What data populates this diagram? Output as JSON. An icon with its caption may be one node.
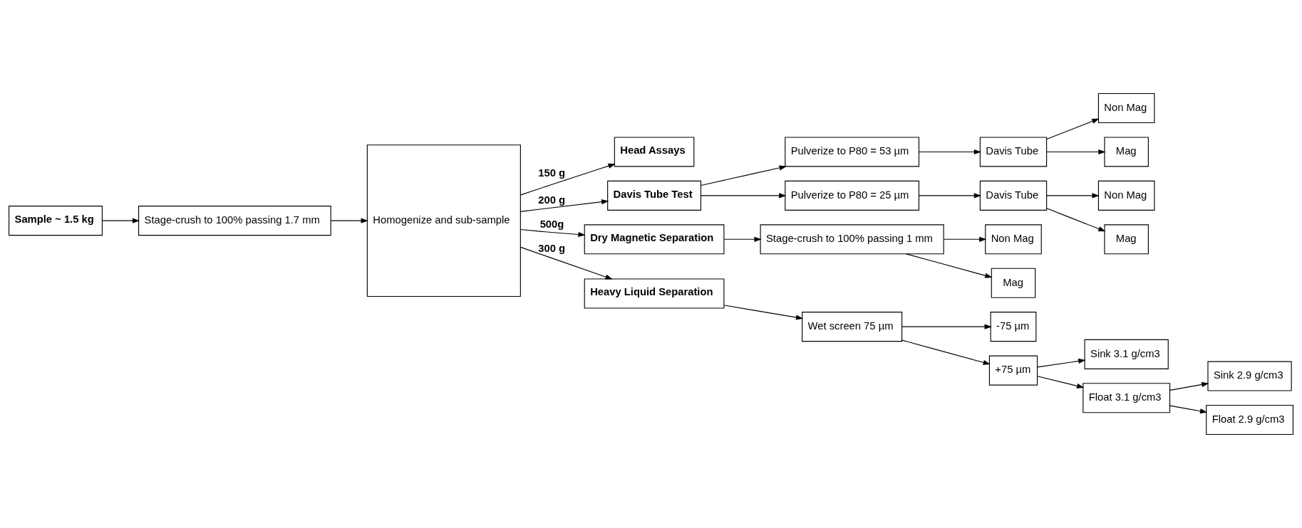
{
  "diagram": {
    "nodes": [
      {
        "text": [
          "Sample ~ 1.5 kg"
        ]
      },
      {
        "text": [
          "Stage-crush to 100% passing 1.7 mm"
        ]
      },
      {
        "text": [
          "Homogenize and sub-sample"
        ]
      },
      {
        "text": [
          "Head Assays"
        ]
      },
      {
        "text": [
          "Davis Tube Test"
        ]
      },
      {
        "text": [
          "Dry Magnetic Separation"
        ]
      },
      {
        "text": [
          "Heavy Liquid Separation"
        ]
      },
      {
        "text": [
          "Wet screen 75 µm"
        ]
      },
      {
        "text": [
          "-75 µm"
        ]
      },
      {
        "text": [
          "+75 µm"
        ]
      },
      {
        "text": [
          "Sink 3.1 g/cm3"
        ]
      },
      {
        "text": [
          "Float 3.1 g/cm3"
        ]
      },
      {
        "text": [
          "Sink 2.9 g/cm3"
        ]
      },
      {
        "text": [
          "Float 2.9 g/cm3"
        ]
      },
      {
        "text": [
          "Pulverize to P80 = 53 µm"
        ]
      },
      {
        "text": [
          "Pulverize to P80 = 25 µm"
        ]
      },
      {
        "text": [
          "Davis Tube"
        ]
      },
      {
        "text": [
          "Davis Tube"
        ]
      },
      {
        "text": [
          "Non Mag"
        ]
      },
      {
        "text": [
          "Mag"
        ]
      },
      {
        "text": [
          "Non Mag"
        ]
      },
      {
        "text": [
          "Mag"
        ]
      },
      {
        "text": [
          "Stage-crush to 100% passing 1 mm"
        ]
      },
      {
        "text": [
          "Non Mag"
        ]
      },
      {
        "text": [
          "Mag"
        ]
      }
    ],
    "edges": [
      {
        "from": 0,
        "to": 1,
        "arrow": "to"
      },
      {
        "from": 1,
        "to": 2,
        "arrow": "to"
      },
      {
        "from": 2,
        "to": 3,
        "arrow": "to",
        "label": "150 g"
      },
      {
        "from": 2,
        "to": 4,
        "arrow": "to",
        "label": "200 g"
      },
      {
        "from": 2,
        "to": 5,
        "arrow": "to",
        "label": "500g"
      },
      {
        "from": 2,
        "to": 6,
        "arrow": "to",
        "label": "300 g"
      },
      {
        "from": 6,
        "to": 7,
        "arrow": "to"
      },
      {
        "from": 7,
        "to": 8,
        "arrow": "to"
      },
      {
        "from": 7,
        "to": 9,
        "arrow": "to"
      },
      {
        "from": 9,
        "to": 10,
        "arrow": "to"
      },
      {
        "from": 9,
        "to": 11,
        "arrow": "to"
      },
      {
        "from": 11,
        "to": 12,
        "arrow": "to"
      },
      {
        "from": 11,
        "to": 13,
        "arrow": "to"
      },
      {
        "from": 4,
        "to": 14,
        "arrow": "to"
      },
      {
        "from": 4,
        "to": 15,
        "arrow": "to"
      },
      {
        "from": 14,
        "to": 16,
        "arrow": "to"
      },
      {
        "from": 15,
        "to": 17,
        "arrow": "to"
      },
      {
        "from": 16,
        "to": 18,
        "arrow": "to"
      },
      {
        "from": 16,
        "to": 19,
        "arrow": "to"
      },
      {
        "from": 17,
        "to": 20,
        "arrow": "to"
      },
      {
        "from": 17,
        "to": 21,
        "arrow": "to"
      },
      {
        "from": 5,
        "to": 22,
        "arrow": "to"
      },
      {
        "from": 22,
        "to": 23,
        "arrow": "to"
      },
      {
        "from": 22,
        "to": 24,
        "arrow": "to"
      }
    ]
  }
}
